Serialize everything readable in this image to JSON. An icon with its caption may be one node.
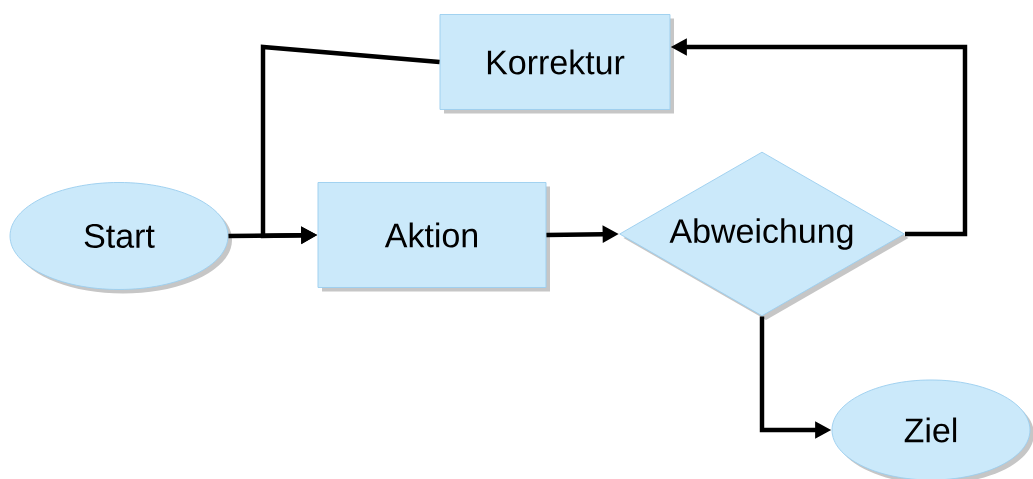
{
  "diagram": {
    "nodes": [
      {
        "text": [
          "Korrektur"
        ]
      },
      {
        "text": [
          "Start"
        ]
      },
      {
        "text": [
          "Aktion"
        ]
      },
      {
        "text": [
          "Abweichung"
        ]
      },
      {
        "text": [
          "Ziel"
        ]
      }
    ],
    "edges": [
      {
        "from": 1,
        "to": 2,
        "arrow": "to"
      },
      {
        "from": 2,
        "to": 3,
        "arrow": "to"
      },
      {
        "from": 3,
        "to": 0,
        "arrow": "to"
      },
      {
        "from": 0,
        "to": 2,
        "arrow": "to"
      },
      {
        "from": 3,
        "to": 4,
        "arrow": "to"
      }
    ]
  }
}
